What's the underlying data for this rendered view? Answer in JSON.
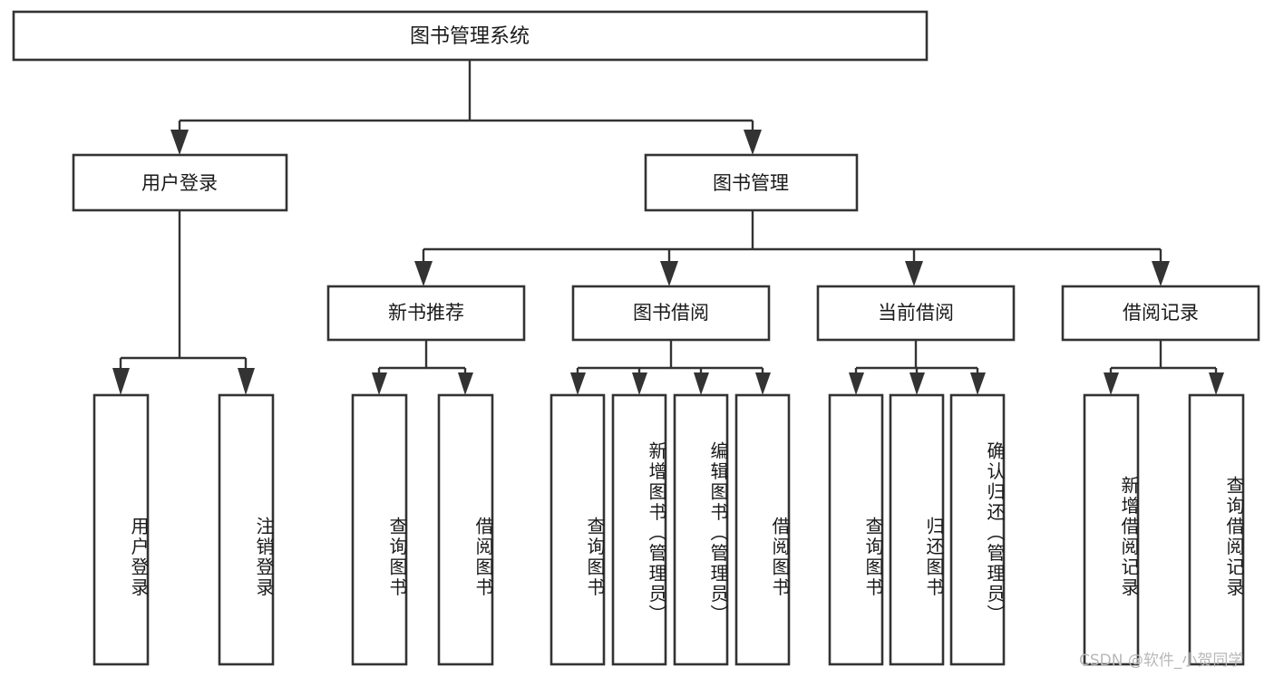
{
  "diagram": {
    "title": "图书管理系统",
    "type": "tree-hierarchy-diagram",
    "root": {
      "label": "图书管理系统"
    },
    "level2": [
      {
        "label": "用户登录"
      },
      {
        "label": "图书管理"
      }
    ],
    "level3": [
      {
        "label": "新书推荐"
      },
      {
        "label": "图书借阅"
      },
      {
        "label": "当前借阅"
      },
      {
        "label": "借阅记录"
      }
    ],
    "leaves": {
      "user_login": [
        {
          "label": "用户登录"
        },
        {
          "label": "注销登录"
        }
      ],
      "new_book_recommend": [
        {
          "label": "查询图书"
        },
        {
          "label": "借阅图书"
        }
      ],
      "book_borrow": [
        {
          "label": "查询图书"
        },
        {
          "label": "新增图书（管理员）"
        },
        {
          "label": "编辑图书（管理员）"
        },
        {
          "label": "借阅图书"
        }
      ],
      "current_borrow": [
        {
          "label": "查询图书"
        },
        {
          "label": "归还图书"
        },
        {
          "label": "确认归还（管理员）"
        }
      ],
      "borrow_record": [
        {
          "label": "新增借阅记录"
        },
        {
          "label": "查询借阅记录"
        }
      ]
    }
  },
  "watermark": {
    "text": "CSDN @软件_小贺同学"
  },
  "colors": {
    "box_stroke": "#333333",
    "box_fill": "#ffffff",
    "text": "#1a1a1a",
    "background": "#ffffff",
    "watermark": "#b8b8b8"
  }
}
